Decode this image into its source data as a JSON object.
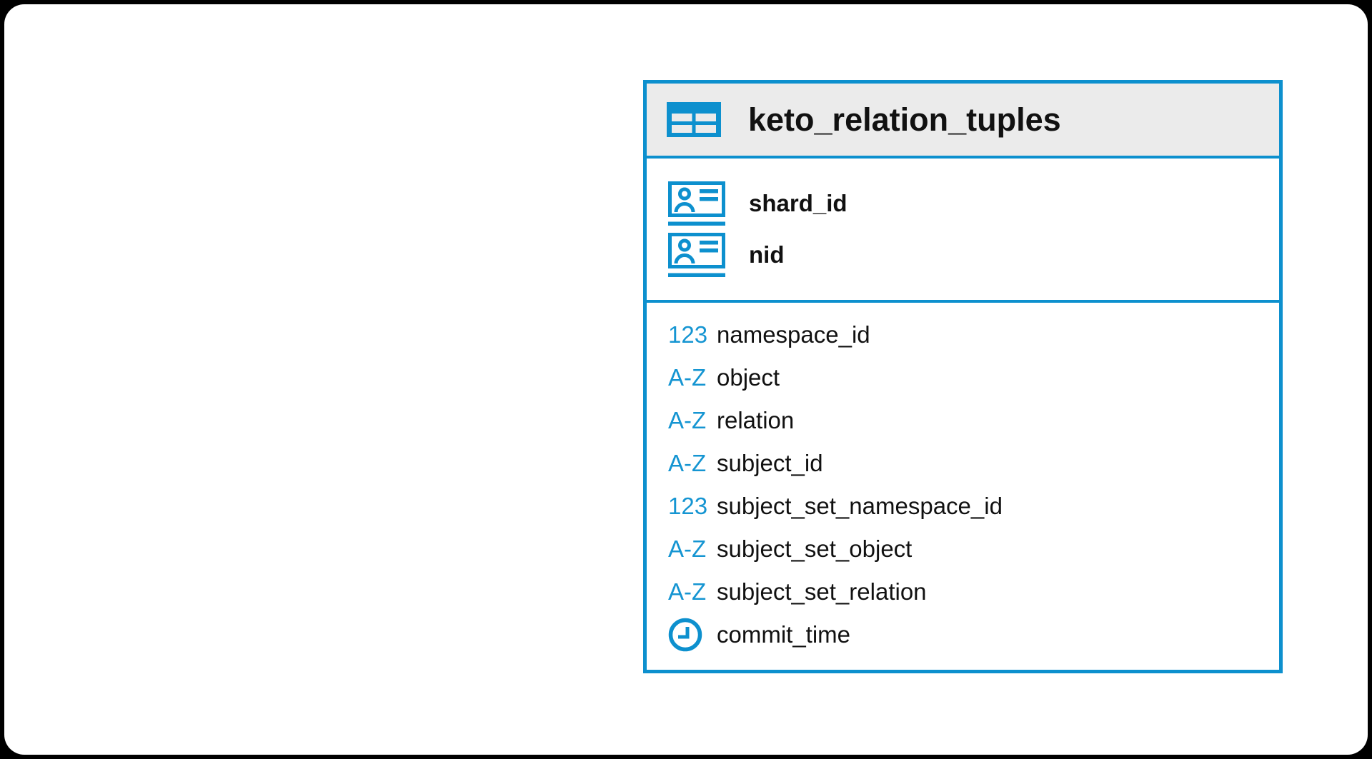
{
  "entity": {
    "title": "keto_relation_tuples",
    "header_icon": "table-icon",
    "keys": [
      {
        "icon": "id-card-icon",
        "name": "shard_id"
      },
      {
        "icon": "id-card-icon",
        "name": "nid"
      }
    ],
    "columns": [
      {
        "type_label": "123",
        "name": "namespace_id"
      },
      {
        "type_label": "A-Z",
        "name": "object"
      },
      {
        "type_label": "A-Z",
        "name": "relation"
      },
      {
        "type_label": "A-Z",
        "name": "subject_id"
      },
      {
        "type_label": "123",
        "name": "subject_set_namespace_id"
      },
      {
        "type_label": "A-Z",
        "name": "subject_set_object"
      },
      {
        "type_label": "A-Z",
        "name": "subject_set_relation"
      },
      {
        "type_label": "",
        "icon": "clock-icon",
        "name": "commit_time"
      }
    ],
    "colors": {
      "accent": "#0d90ce",
      "type_text": "#1595d2",
      "header_bg": "#ebebeb",
      "text": "#111111",
      "canvas_bg": "#ffffff",
      "page_bg": "#000000"
    }
  }
}
